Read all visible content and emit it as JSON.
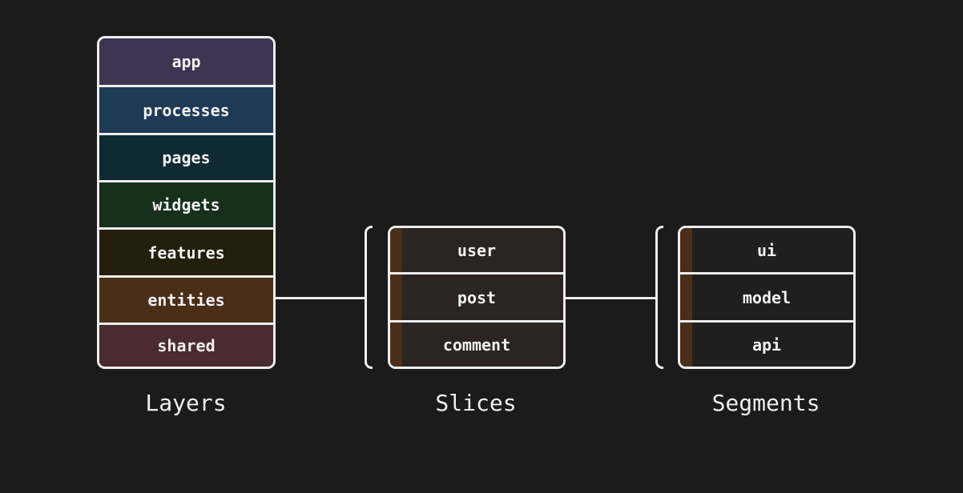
{
  "layers": {
    "caption": "Layers",
    "items": [
      {
        "label": "app",
        "color": "#3d3551"
      },
      {
        "label": "processes",
        "color": "#1f3a55"
      },
      {
        "label": "pages",
        "color": "#102a33"
      },
      {
        "label": "widgets",
        "color": "#16301c"
      },
      {
        "label": "features",
        "color": "#241f0c"
      },
      {
        "label": "entities",
        "color": "#4a2f18"
      },
      {
        "label": "shared",
        "color": "#4a2c30"
      }
    ]
  },
  "slices": {
    "caption": "Slices",
    "background": "#2b2420",
    "accent": "#4a2f18",
    "items": [
      {
        "label": "user"
      },
      {
        "label": "post"
      },
      {
        "label": "comment"
      }
    ]
  },
  "segments": {
    "caption": "Segments",
    "background": "#1f1f1f",
    "accent": "#4a2f18",
    "items": [
      {
        "label": "ui"
      },
      {
        "label": "model"
      },
      {
        "label": "api"
      }
    ]
  }
}
